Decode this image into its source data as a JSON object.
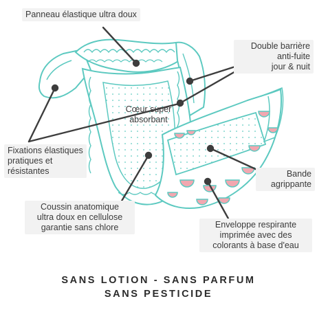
{
  "labels": {
    "panneau": "Panneau élastique ultra doux",
    "double_barriere": "Double barrière\nanti-fuite\njour & nuit",
    "coeur": "Cœur super\nabsorbant",
    "fixations": "Fixations élastiques\npratiques et\nrésistantes",
    "bande": "Bande\nagrippante",
    "coussin": "Coussin anatomique\nultra doux en cellulose\ngarantie sans chlore",
    "enveloppe": "Enveloppe respirante\nimprimée avec des\ncolorants à base d'eau"
  },
  "footer": {
    "line1": "SANS LOTION - SANS PARFUM",
    "line2": "SANS PESTICIDE"
  },
  "colors": {
    "outline": "#5cc9c0",
    "leader": "#3d3d3d",
    "watermelon_flesh": "#f2a7b0",
    "watermelon_rind": "#5cc9c0",
    "callout_bg": "#f2f2f2",
    "text": "#3a3a3a"
  }
}
